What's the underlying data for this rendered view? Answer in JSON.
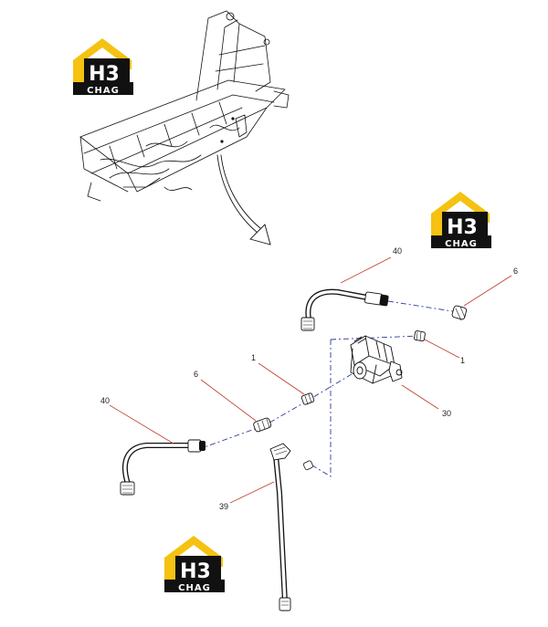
{
  "logos": [
    {
      "letters": "H3",
      "label": "CHAG"
    },
    {
      "letters": "H3",
      "label": "CHAG"
    },
    {
      "letters": "H3",
      "label": "CHAG"
    }
  ],
  "callouts": {
    "hose_top": "40",
    "hose_left": "40",
    "hose_vertical": "39",
    "fitting_top_right": "6",
    "fitting_left": "6",
    "adapter_right": "1",
    "adapter_left": "1",
    "pump": "30"
  },
  "colors": {
    "logo_yellow": "#f5c211",
    "logo_black": "#111111",
    "leader_red": "#c0392b",
    "centerline_blue": "#2a3a9a"
  },
  "icons": {
    "arrow": "curved-arrow-icon",
    "pump": "hydraulic-pump-icon",
    "frame": "chassis-frame-icon"
  }
}
